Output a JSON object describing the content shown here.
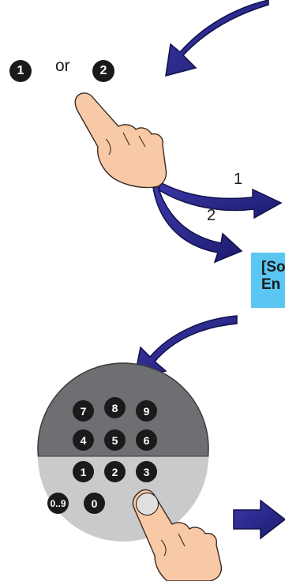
{
  "top_row": {
    "key1": "1",
    "or_text": "or",
    "key2": "2"
  },
  "path_labels": {
    "path1": "1",
    "path2": "2"
  },
  "callout": {
    "line1": "[So",
    "line2": "En"
  },
  "keypad": {
    "row1": [
      "7",
      "8",
      "9"
    ],
    "row2": [
      "4",
      "5",
      "6"
    ],
    "row3": [
      "1",
      "2",
      "3"
    ],
    "row4": [
      "0..9",
      "0",
      ""
    ]
  },
  "colors": {
    "arrow_fill": "#2c2a8a",
    "arrow_edge": "#11104a",
    "callout_bg": "#5bc6f2",
    "keypad_dark": "#6d6f72",
    "keypad_light": "#c9cacb",
    "key_black": "#1a1a1a",
    "skin": "#f7c9a6"
  },
  "icons": [
    "curved-arrow-icon",
    "pointing-hand-icon",
    "right-arrow-icon",
    "keypad-icon"
  ]
}
